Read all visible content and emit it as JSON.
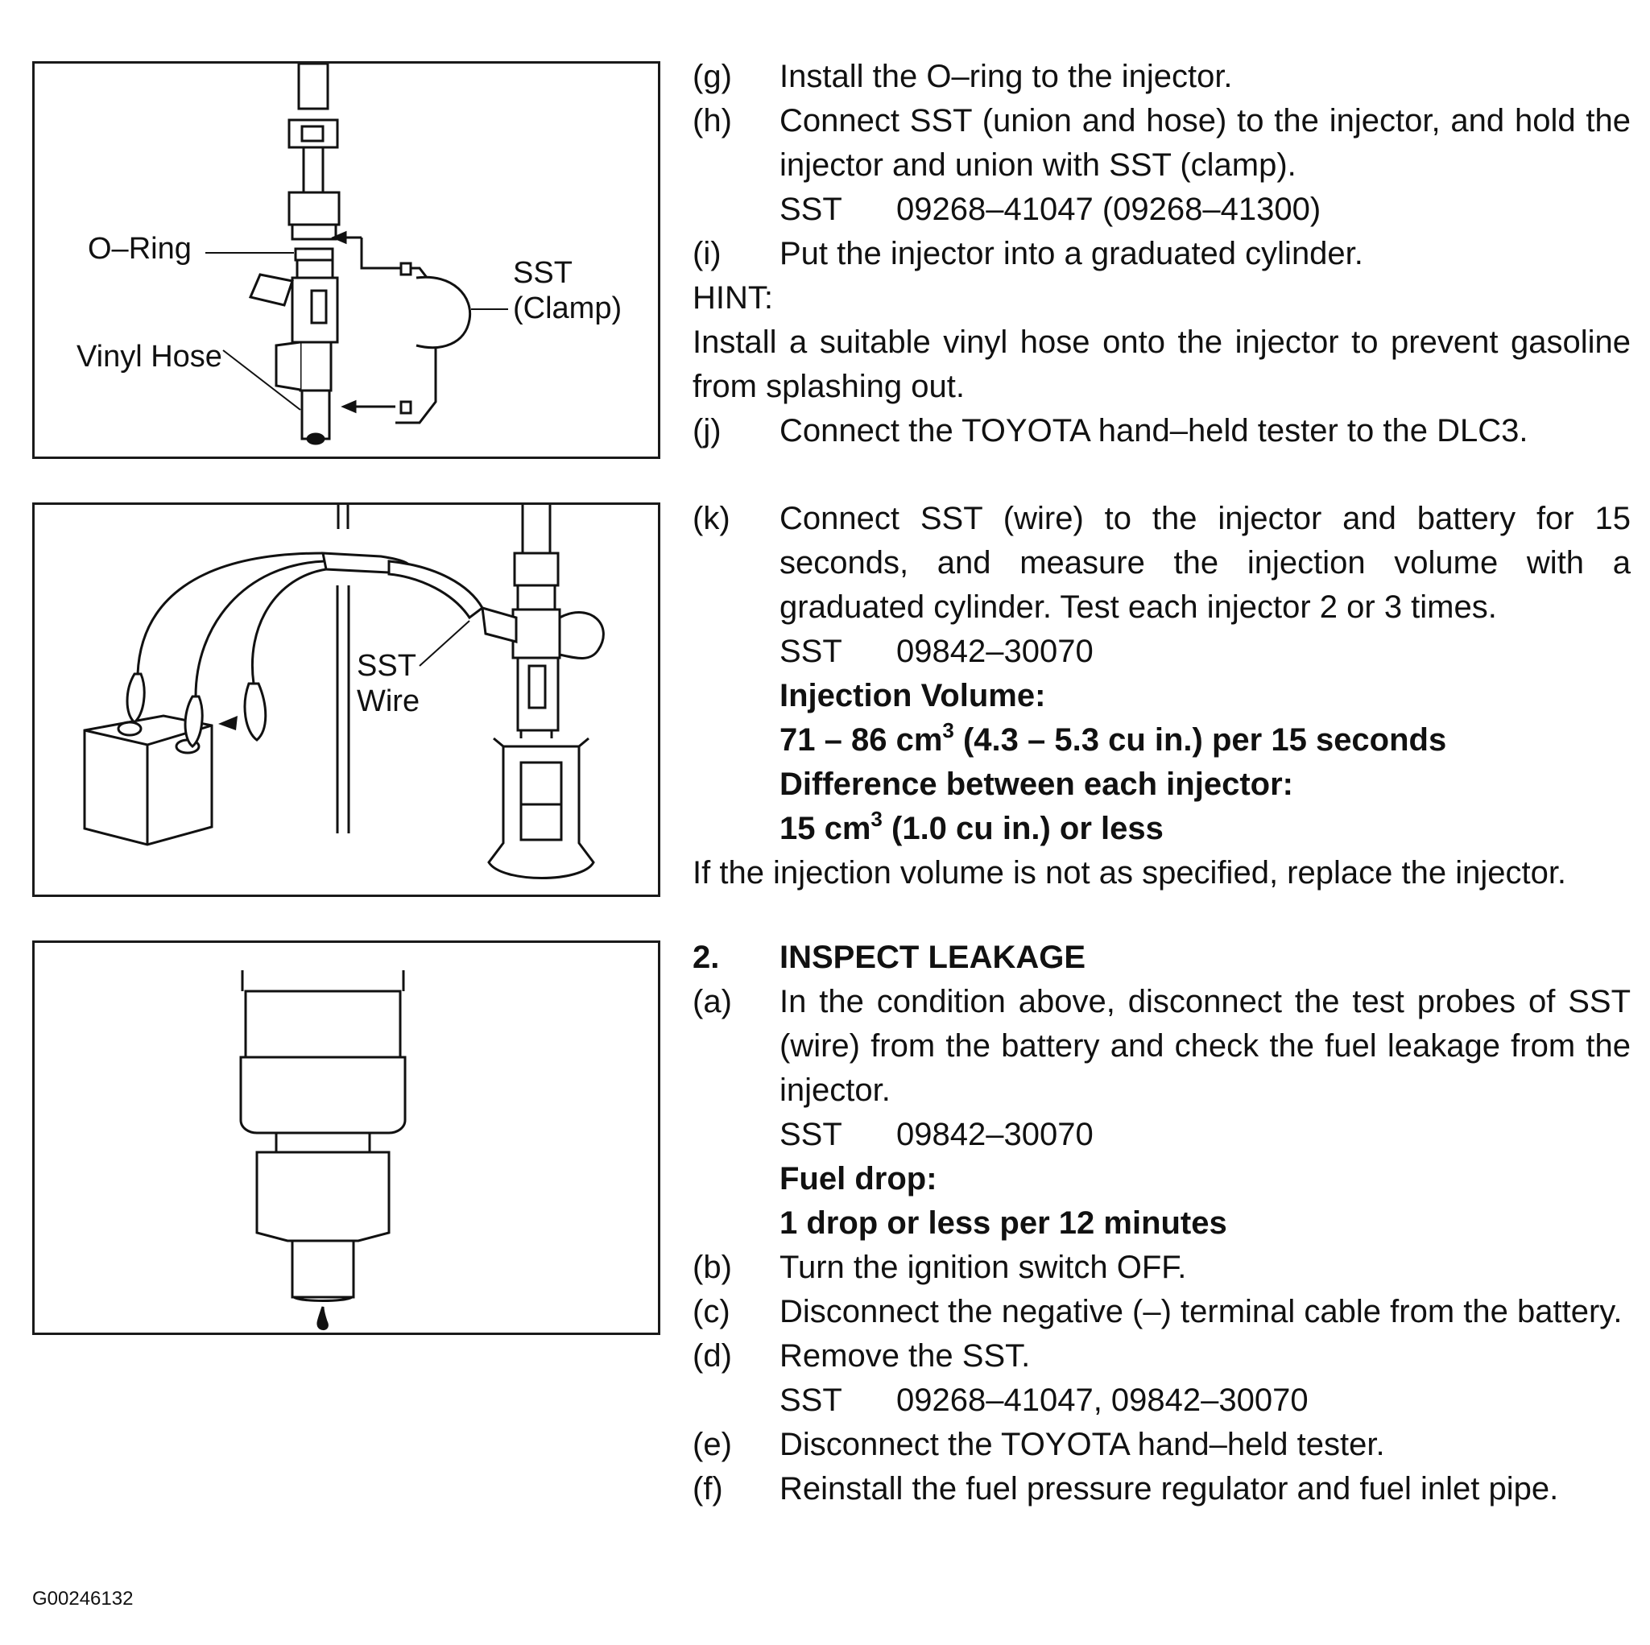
{
  "figures": {
    "fig1": {
      "o_ring": "O–Ring",
      "vinyl_hose": "Vinyl Hose",
      "sst": "SST",
      "clamp": "(Clamp)"
    },
    "fig2": {
      "sst": "SST",
      "wire": "Wire"
    }
  },
  "block1": {
    "g": {
      "marker": "(g)",
      "text": "Install the O–ring to the injector."
    },
    "h": {
      "marker": "(h)",
      "text": "Connect SST (union and hose) to the injector, and hold the injector and union with SST (clamp).",
      "sst_label": "SST",
      "sst_value": "09268–41047 (09268–41300)"
    },
    "i": {
      "marker": "(i)",
      "text": "Put the injector into a graduated cylinder."
    },
    "hint_label": "HINT:",
    "hint_text": "Install a suitable vinyl hose onto the injector to prevent gasoline from splashing out.",
    "j": {
      "marker": "(j)",
      "text": "Connect the TOYOTA hand–held tester to the DLC3."
    }
  },
  "block2": {
    "k": {
      "marker": "(k)",
      "text": "Connect SST (wire) to the injector and battery for 15 seconds, and measure the injection volume with a graduated cylinder. Test each injector 2 or 3 times.",
      "sst_label": "SST",
      "sst_value": "09842–30070"
    },
    "spec1_label": "Injection Volume:",
    "spec1_pre": "71 – 86 cm",
    "spec1_sup": "3",
    "spec1_post": " (4.3 – 5.3 cu in.) per 15 seconds",
    "spec2_label": "Difference between each injector:",
    "spec2_pre": "15 cm",
    "spec2_sup": "3",
    "spec2_post": " (1.0 cu in.) or less",
    "note": "If the injection volume is not as specified, replace the injector."
  },
  "block3": {
    "heading_num": "2.",
    "heading": "INSPECT LEAKAGE",
    "a": {
      "marker": "(a)",
      "text": "In the condition above, disconnect the test probes of SST (wire) from the battery and check the fuel leakage from the injector.",
      "sst_label": "SST",
      "sst_value": "09842–30070"
    },
    "spec_label": "Fuel drop:",
    "spec_value": "1 drop or less per 12 minutes",
    "b": {
      "marker": "(b)",
      "text": "Turn the ignition switch OFF."
    },
    "c": {
      "marker": "(c)",
      "text": "Disconnect the negative (–) terminal cable from the battery."
    },
    "d": {
      "marker": "(d)",
      "text": "Remove the SST.",
      "sst_label": "SST",
      "sst_value": "09268–41047, 09842–30070"
    },
    "e": {
      "marker": "(e)",
      "text": "Disconnect the TOYOTA hand–held tester."
    },
    "f": {
      "marker": "(f)",
      "text": "Reinstall the fuel pressure regulator and fuel inlet pipe."
    }
  },
  "figure_id": "G00246132"
}
